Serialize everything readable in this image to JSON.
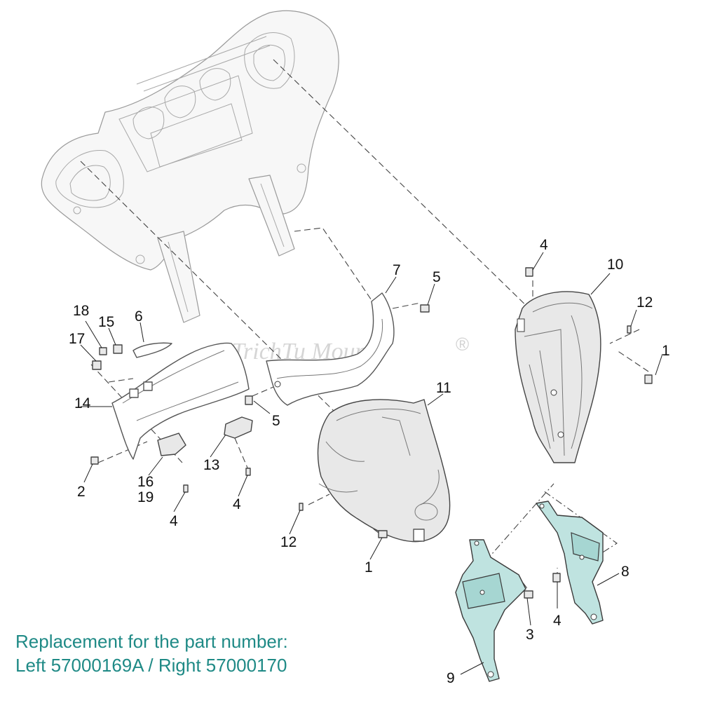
{
  "watermark": {
    "text": "TrichTu Mount",
    "symbol": "®"
  },
  "caption": {
    "line1": "Replacement for the part number:",
    "line2": "Left 57000169A / Right 57000170"
  },
  "callouts": {
    "c1_right": "1",
    "c1_center": "1",
    "c2": "2",
    "c3": "3",
    "c4_top": "4",
    "c4_left": "4",
    "c4_middle": "4",
    "c4_bracket": "4",
    "c5_top": "5",
    "c5_left": "5",
    "c6": "6",
    "c7": "7",
    "c8": "8",
    "c9": "9",
    "c10": "10",
    "c11": "11",
    "c12_right": "12",
    "c12_center": "12",
    "c13": "13",
    "c14": "14",
    "c15": "15",
    "c16": "16",
    "c17": "17",
    "c18": "18",
    "c19": "19"
  },
  "colors": {
    "highlight_parts": "#bfe3e0",
    "caption_text": "#1f8a86"
  }
}
